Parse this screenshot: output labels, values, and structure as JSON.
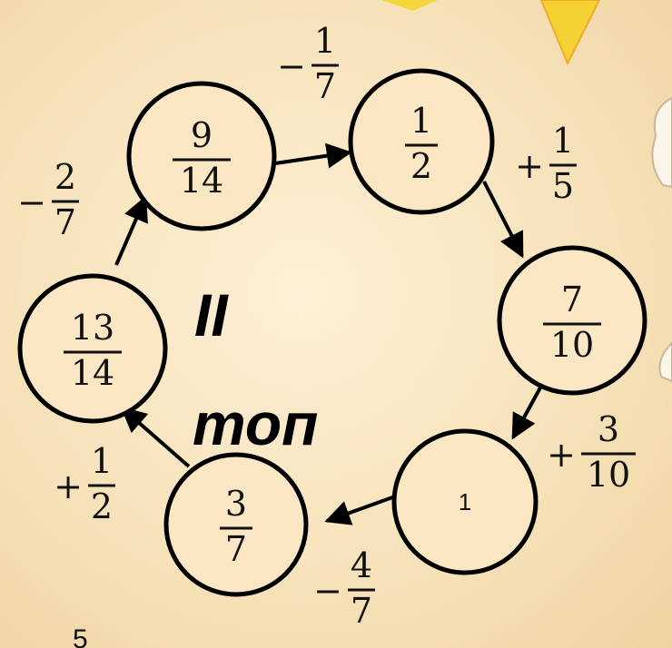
{
  "title": {
    "line1": "II",
    "line2": "топ"
  },
  "nodes": [
    {
      "id": "n1",
      "num": "9",
      "den": "14"
    },
    {
      "id": "n2",
      "num": "1",
      "den": "2"
    },
    {
      "id": "n3",
      "num": "7",
      "den": "10"
    },
    {
      "id": "n4",
      "text": "1"
    },
    {
      "id": "n5",
      "num": "3",
      "den": "7"
    },
    {
      "id": "n6",
      "num": "13",
      "den": "14"
    }
  ],
  "operations": [
    {
      "from": "n1",
      "to": "n2",
      "sign": "−",
      "num": "1",
      "den": "7"
    },
    {
      "from": "n2",
      "to": "n3",
      "sign": "+",
      "num": "1",
      "den": "5"
    },
    {
      "from": "n3",
      "to": "n4",
      "sign": "+",
      "num": "3",
      "den": "10"
    },
    {
      "from": "n4",
      "to": "n5",
      "sign": "−",
      "num": "4",
      "den": "7"
    },
    {
      "from": "n5",
      "to": "n6",
      "sign": "+",
      "num": "1",
      "den": "2"
    },
    {
      "from": "n6",
      "to": "n1",
      "sign": "−",
      "num": "2",
      "den": "7"
    }
  ],
  "footer": "5",
  "colors": {
    "stroke": "#000000",
    "circle_fill": "#fbe7c4",
    "sun": "#f5d234",
    "sun_edge": "#f3a92d"
  }
}
